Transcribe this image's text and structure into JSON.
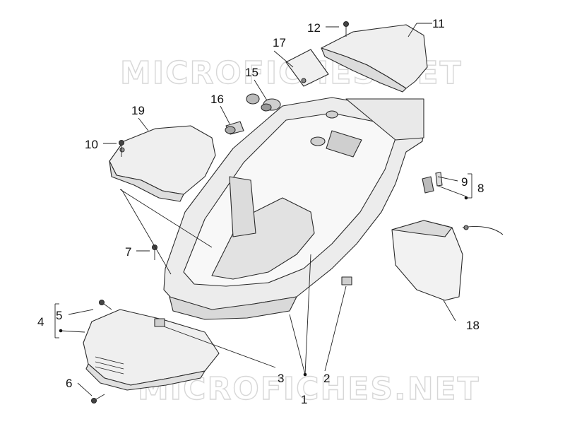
{
  "watermark": {
    "text": "MICROFICHES.NET"
  },
  "callouts": {
    "c1": "1",
    "c2": "2",
    "c3": "3",
    "c4": "4",
    "c5": "5",
    "c6": "6",
    "c7": "7",
    "c8": "8",
    "c9": "9",
    "c10": "10",
    "c11": "11",
    "c12": "12",
    "c15": "15",
    "c16": "16",
    "c17": "17",
    "c18": "18",
    "c19": "19"
  },
  "colors": {
    "line": "#222222",
    "fill_light": "#f1f1f1",
    "fill_mid": "#e3e3e3",
    "fill_dark": "#cfcfcf",
    "watermark_stroke": "#d7d7d7"
  }
}
